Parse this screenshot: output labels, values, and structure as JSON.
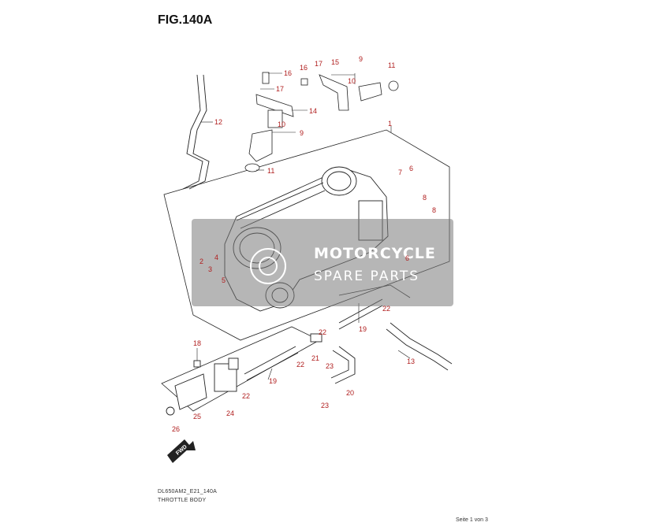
{
  "figure": {
    "title": "FIG.140A",
    "code": "DL650AM2_E21_140A",
    "name": "THROTTLE BODY",
    "page": "Seite 1 von 3"
  },
  "watermark": {
    "line1": "MOTORCYCLE",
    "line2": "SPARE PARTS"
  },
  "fwd_label": "FWD",
  "colors": {
    "part_number": "#b01e1e",
    "line": "#222222",
    "watermark_box": "#7a7a7a"
  },
  "callouts": [
    {
      "label": "1"
    },
    {
      "label": "2"
    },
    {
      "label": "3"
    },
    {
      "label": "4"
    },
    {
      "label": "5"
    },
    {
      "label": "6"
    },
    {
      "label": "6"
    },
    {
      "label": "7"
    },
    {
      "label": "8"
    },
    {
      "label": "8"
    },
    {
      "label": "9"
    },
    {
      "label": "9"
    },
    {
      "label": "10"
    },
    {
      "label": "10"
    },
    {
      "label": "11"
    },
    {
      "label": "11"
    },
    {
      "label": "12"
    },
    {
      "label": "13"
    },
    {
      "label": "14"
    },
    {
      "label": "15"
    },
    {
      "label": "16"
    },
    {
      "label": "16"
    },
    {
      "label": "17"
    },
    {
      "label": "17"
    },
    {
      "label": "18"
    },
    {
      "label": "19"
    },
    {
      "label": "19"
    },
    {
      "label": "20"
    },
    {
      "label": "21"
    },
    {
      "label": "22"
    },
    {
      "label": "22"
    },
    {
      "label": "22"
    },
    {
      "label": "22"
    },
    {
      "label": "23"
    },
    {
      "label": "23"
    },
    {
      "label": "24"
    },
    {
      "label": "25"
    },
    {
      "label": "26"
    }
  ]
}
